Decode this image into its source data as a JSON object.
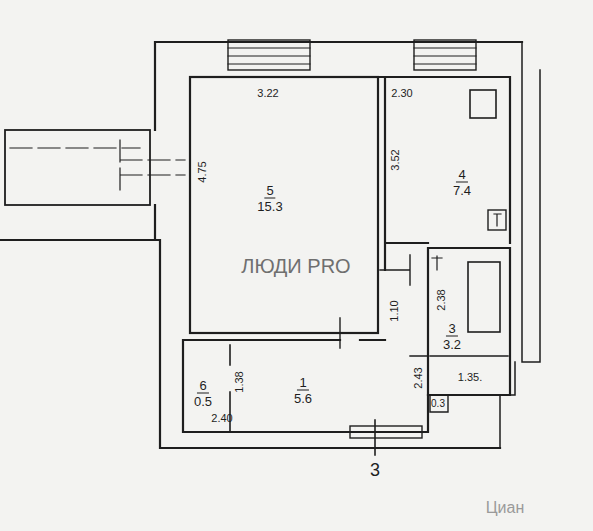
{
  "diagram": {
    "nodes": [
      {
        "text": [
          "5",
          "15.3"
        ]
      },
      {
        "text": [
          "4",
          "7.4"
        ]
      },
      {
        "text": [
          "3",
          "3.2"
        ]
      },
      {
        "text": [
          "6",
          "0.5"
        ]
      },
      {
        "text": [
          "1",
          "5.6"
        ]
      }
    ],
    "labels": [
      "3.22",
      "2.30",
      "4.75",
      "3.52",
      "ЛЮДИ PRO",
      "1.10",
      "2.38",
      "2.43",
      "1.35.",
      "0.3",
      "1.38",
      "2.40",
      "3",
      "Циан"
    ]
  }
}
